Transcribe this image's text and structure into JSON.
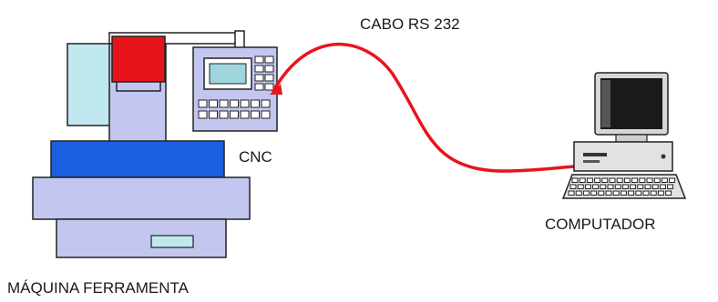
{
  "labels": {
    "cable": "CABO RS 232",
    "cnc": "CNC",
    "machine": "MÁQUINA FERRAMENTA",
    "computer": "COMPUTADOR"
  },
  "colors": {
    "cable": "#e8141b",
    "spindle_head": "#e8141b",
    "table_blue": "#1a5fe0",
    "column_cyan": "#bfe9ee",
    "body_lavender": "#c3c7f0",
    "screen": "#1a1a1a",
    "outline": "#222222"
  },
  "icons": {
    "machine": "cnc-machine-tool-icon",
    "controller": "cnc-controller-panel-icon",
    "computer": "desktop-computer-icon"
  }
}
